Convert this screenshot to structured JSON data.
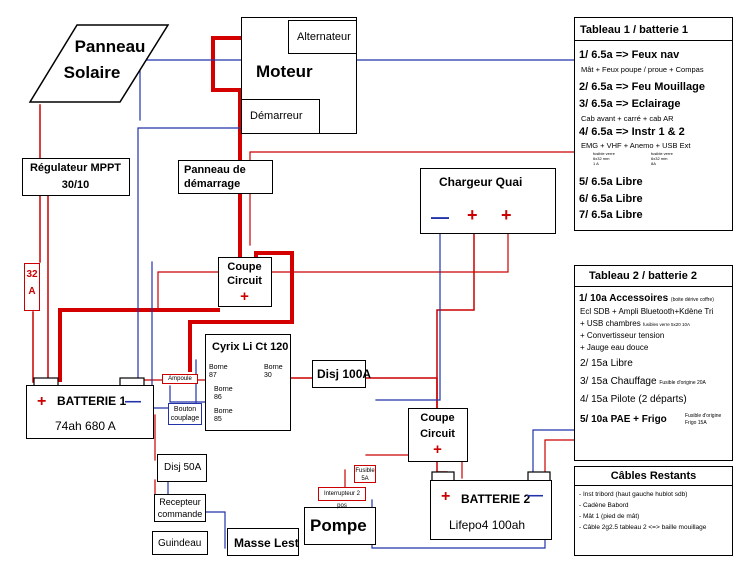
{
  "solar": {
    "line1": "Panneau",
    "line2": "Solaire"
  },
  "engine": {
    "label": "Moteur",
    "alternator": "Alternateur",
    "starter": "Démarreur"
  },
  "start_panel": {
    "line1": "Panneau de",
    "line2": "démarrage"
  },
  "regulator": {
    "line1": "Régulateur MPPT",
    "line2": "30/10"
  },
  "fuse32": {
    "line1": "32",
    "line2": "A"
  },
  "coupe1": {
    "line1": "Coupe",
    "line2": "Circuit",
    "plus": "+"
  },
  "coupe2": {
    "line1": "Coupe",
    "line2": "Circuit",
    "plus": "+"
  },
  "cyrix": {
    "title": "Cyrix Li Ct 120",
    "b87a": "Borne",
    "b87b": "87",
    "b30a": "Borne",
    "b30b": "30",
    "b86a": "Borne",
    "b86b": "86",
    "b85a": "Borne",
    "b85b": "85",
    "ampoule": "Ampoule"
  },
  "bouton": {
    "line1": "Bouton",
    "line2": "couplage"
  },
  "battery1": {
    "plus": "+",
    "minus": "—",
    "title": "BATTERIE 1",
    "spec": "74ah 680 A"
  },
  "battery2": {
    "plus": "+",
    "minus": "—",
    "title": "BATTERIE 2",
    "spec": "Lifepo4 100ah"
  },
  "disj50": {
    "label": "Disj  50A"
  },
  "disj100": {
    "label": "Disj 100A"
  },
  "receiver": {
    "line1": "Recepteur",
    "line2": "commande"
  },
  "windlass": {
    "label": "Guindeau"
  },
  "masse": {
    "label": "Masse Lest"
  },
  "pump": {
    "label": "Pompe",
    "switch": "Interrupteur 2 pos",
    "fuse1": "Fusible",
    "fuse2": "5A"
  },
  "charger": {
    "label": "Chargeur Quai",
    "minus": "—",
    "plus": "+"
  },
  "tableau1": {
    "title": "Tableau 1 / batterie 1",
    "r1": "1/ 6.5a => Feux nav",
    "r1d": "Mât + Feux poupe / proue + Compas",
    "r2": "2/ 6.5a => Feu Mouillage",
    "r3": "3/ 6.5a => Eclairage",
    "r3d": "Cab avant + carré + cab AR",
    "r4": "4/ 6.5a =>  Instr 1 & 2",
    "r4d": "EMG    +    VHF  + Anemo + USB Ext",
    "f1a": "fusible verre",
    "f1b": "6x32 mm",
    "f1c": "1 A",
    "f2a": "fusible verre",
    "f2b": "6x32 mm",
    "f2c": "8A",
    "r5": "5/ 6.5a Libre",
    "r6": "6/ 6.5a  Libre",
    "r7": "7/ 6.5a Libre"
  },
  "tableau2": {
    "title": "Tableau 2 / batterie 2",
    "r1": "1/ 10a Accessoires",
    "r1n": "(boite dérive coffre)",
    "r1a": "Ecl SDB + Ampli Bluetooth+Kdène Tri",
    "r1b": "+  USB chambres",
    "r1bn": "fusibles verre 5x20 10A",
    "r1c": "+ Convertisseur tension",
    "r1cn": "",
    "r1d": "+ Jauge eau douce",
    "r2": "2/ 15a Libre",
    "r3": "3/ 15a Chauffage",
    "r3n": "Fusible d'origine 20A",
    "r4": "4/ 15a Pilote (2 départs)",
    "r5": "5/ 10a PAE + Frigo",
    "r5n1": "Fusible d'origine",
    "r5n2": "Frigo 15A"
  },
  "cables": {
    "title": "Câbles Restants",
    "c1": "- Inst tribord (haut gauche hublot sdb)",
    "c2": "- Cadène Babord",
    "c3": "- Mât 1 (pied de mât)",
    "c4": "- Câble 2g2.5 tableau 2 <=> baille mouillage"
  }
}
